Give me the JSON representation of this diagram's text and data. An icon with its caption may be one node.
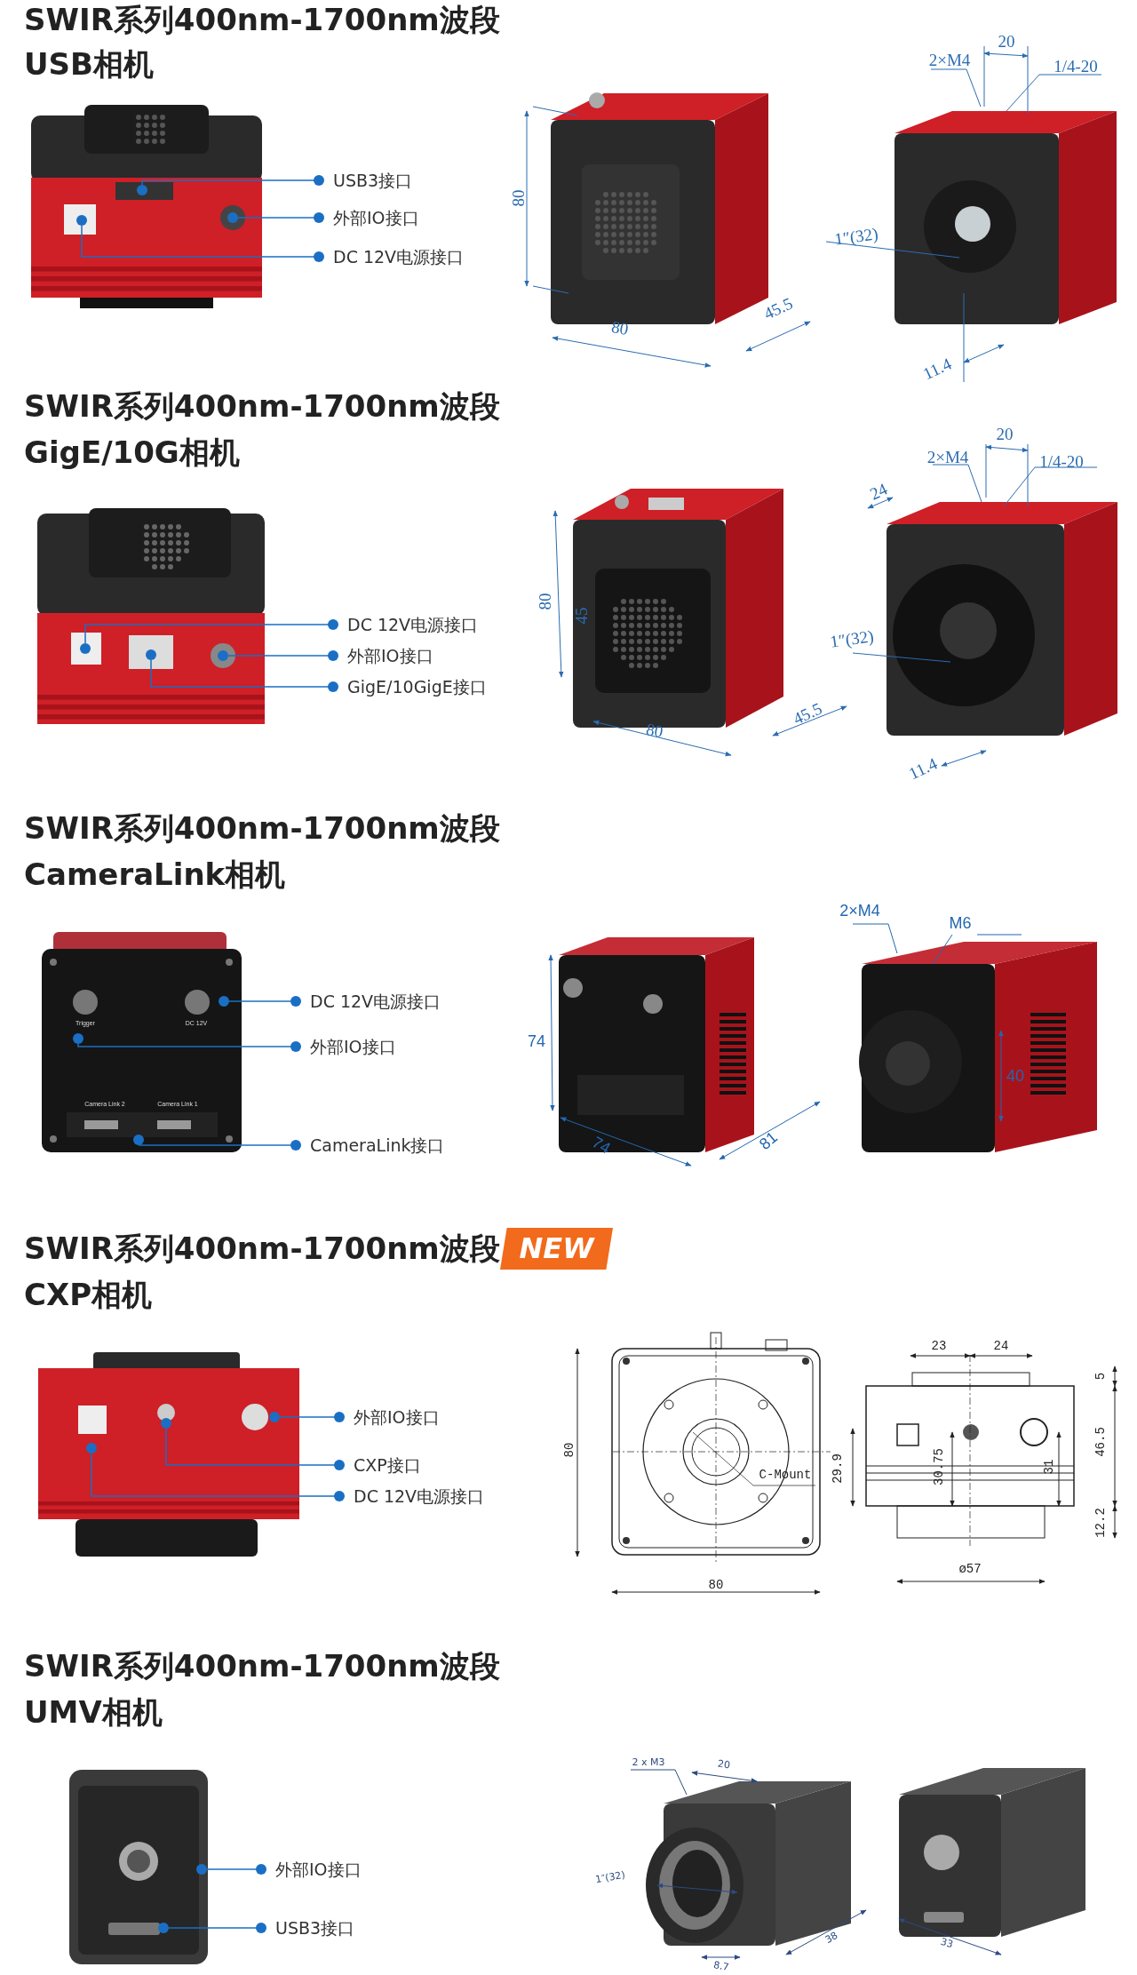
{
  "diagram": {
    "nodes": [
      {
        "text": [],
        "shape": "picture"
      },
      {
        "text": [],
        "shape": "circle",
        "in": 0
      },
      {
        "text": [],
        "shape": "circle",
        "in": 0
      },
      {
        "text": [],
        "shape": "circle",
        "in": 0
      },
      {
        "text": [
          "USB3接口"
        ]
      },
      {
        "text": [
          "外部IO接口"
        ]
      },
      {
        "text": [
          "DC 12V电源接口"
        ]
      },
      {
        "text": [],
        "shape": "picture"
      },
      {
        "text": [],
        "shape": "circle",
        "in": 7
      },
      {
        "text": [],
        "shape": "circle",
        "in": 7
      },
      {
        "text": [],
        "shape": "circle",
        "in": 7
      },
      {
        "text": [
          "DC 12V电源接口"
        ]
      },
      {
        "text": [
          "外部IO接口"
        ]
      },
      {
        "text": [
          "GigE/10GigE接口"
        ]
      },
      {
        "text": [],
        "shape": "picture"
      },
      {
        "text": [],
        "shape": "circle",
        "in": 14
      },
      {
        "text": [],
        "shape": "circle",
        "in": 14
      },
      {
        "text": [],
        "shape": "circle",
        "in": 14
      },
      {
        "text": [
          "DC 12V电源接口"
        ]
      },
      {
        "text": [
          "外部IO接口"
        ]
      },
      {
        "text": [
          "CameraLink接口"
        ]
      },
      {
        "text": [],
        "shape": "picture"
      },
      {
        "text": [],
        "shape": "circle",
        "in": 21
      },
      {
        "text": [],
        "shape": "circle",
        "in": 21
      },
      {
        "text": [],
        "shape": "circle",
        "in": 21
      },
      {
        "text": [
          "外部IO接口"
        ]
      },
      {
        "text": [
          "CXP接口"
        ]
      },
      {
        "text": [
          "DC 12V电源接口"
        ]
      },
      {
        "text": [],
        "shape": "picture"
      },
      {
        "text": [],
        "shape": "circle",
        "in": 28
      },
      {
        "text": [],
        "shape": "circle",
        "in": 28
      },
      {
        "text": [
          "外部IO接口"
        ]
      },
      {
        "text": [
          "USB3接口"
        ]
      }
    ],
    "edges": [
      {
        "from": 4,
        "to": 1,
        "arrow": "other"
      },
      {
        "from": 5,
        "to": 2,
        "arrow": "other"
      },
      {
        "from": 6,
        "to": 3,
        "arrow": "other"
      },
      {
        "from": 11,
        "to": 8,
        "arrow": "other"
      },
      {
        "from": 12,
        "to": 9,
        "arrow": "other"
      },
      {
        "from": 13,
        "to": 10,
        "arrow": "other"
      },
      {
        "from": 18,
        "to": 15,
        "arrow": "other"
      },
      {
        "from": 19,
        "to": 16,
        "arrow": "other"
      },
      {
        "from": 20,
        "to": 17,
        "arrow": "other"
      },
      {
        "from": 25,
        "to": 22,
        "arrow": "other"
      },
      {
        "from": 26,
        "to": 23,
        "arrow": "other"
      },
      {
        "from": 27,
        "to": 24,
        "arrow": "other"
      },
      {
        "from": 31,
        "to": 29,
        "arrow": "other"
      },
      {
        "from": 32,
        "to": 30,
        "arrow": "other"
      }
    ],
    "labels": [
      "SWIR系列400nm-1700nm波段",
      "USB相机",
      "20",
      "2×M4",
      "1/4-20",
      "80",
      "1″(32)",
      "80",
      "45.5",
      "11.4",
      "SWIR系列400nm-1700nm波段",
      "GigE/10G相机",
      "20",
      "2×M4",
      "1/4-20",
      "24",
      "80",
      "45",
      "1″(32)",
      "80",
      "45.5",
      "11.4",
      "SWIR系列400nm-1700nm波段",
      "CameraLink相机",
      "Trigger",
      "DC 12V",
      "Camera Link 2",
      "Camera Link 1",
      "2×M4",
      "M6",
      "74",
      "40",
      "74",
      "81",
      "SWIR系列400nm-1700nm波段",
      "NEW",
      "CXP相机",
      "23",
      "24",
      "5",
      "80",
      "C-Mount",
      "29.9",
      "30.75",
      "31",
      "46.5",
      "12.2",
      "80",
      "ø57",
      "SWIR系列400nm-1700nm波段",
      "UMV相机",
      "2 x M3",
      "20",
      "1″(32)",
      "38",
      "33",
      "8.7"
    ]
  }
}
